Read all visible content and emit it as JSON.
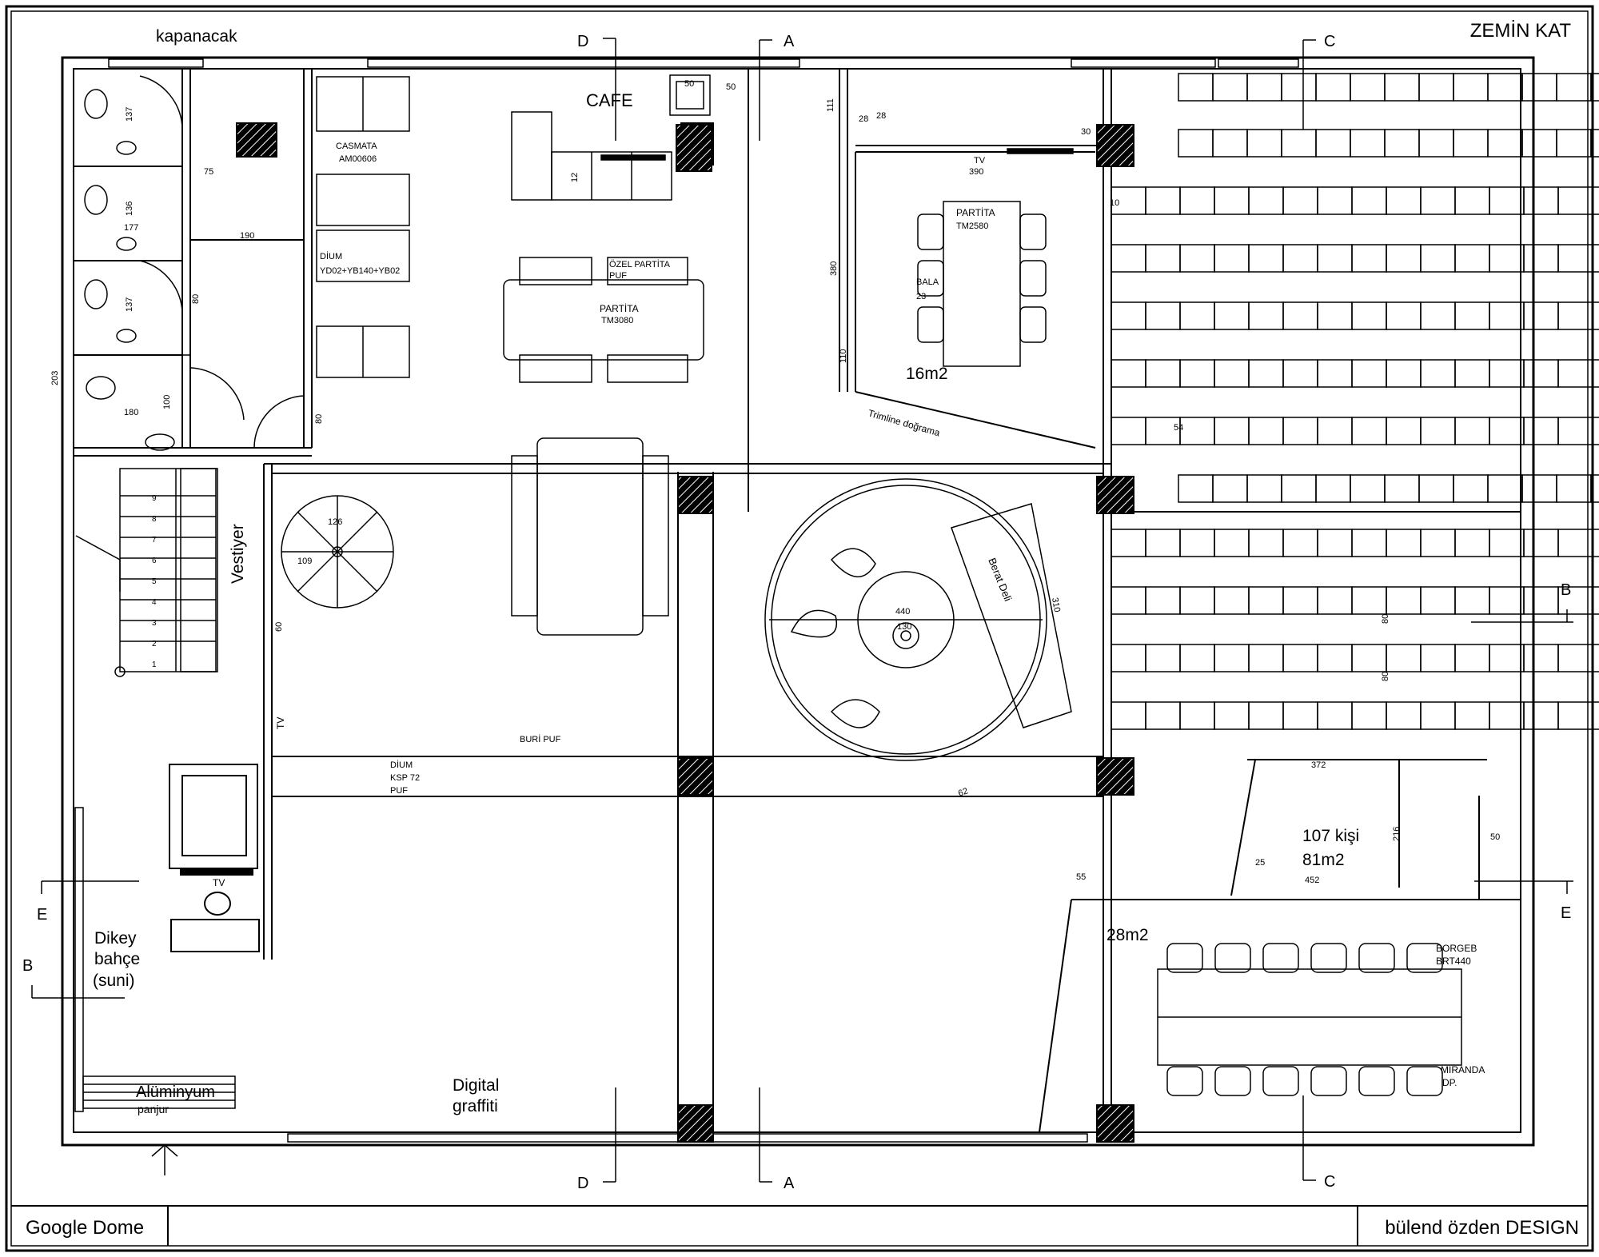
{
  "sheet": {
    "title": "ZEMİN KAT",
    "footer_left": "Google Dome",
    "footer_right": "bülend özden DESIGN"
  },
  "rooms": {
    "cafe": "CAFE",
    "vestiyer": "Vestiyer",
    "area_16": "16m2",
    "capacity": "107 kişi",
    "area_81": "81m2",
    "area_28": "28m2",
    "dikey_1": "Dikey",
    "dikey_2": "bahçe",
    "dikey_3": "(suni)",
    "digital_1": "Digital",
    "digital_2": "graffiti",
    "aluminyum_1": "Alüminyum",
    "aluminyum_2": "panjur",
    "kapanacak": "kapanacak",
    "trimline": "Trimline doğrama"
  },
  "furniture": {
    "cashmata_1": "CASMATA",
    "cashmata_2": "AM00606",
    "dium1_1": "DİUM",
    "dium1_2": "YD02+YB140+YB02",
    "ozel_1": "ÖZEL PARTİTA",
    "ozel_2": "PUF",
    "partita1_1": "PARTİTA",
    "partita1_2": "TM3080",
    "partita2_1": "PARTİTA",
    "partita2_2": "TM2580",
    "bala_1": "BALA",
    "bala_2": "23",
    "tv1_1": "TV",
    "tv1_2": "390",
    "tv_side": "TV",
    "tv_reception": "TV",
    "dium2_1": "DİUM",
    "dium2_2": "KSP 72",
    "dium2_3": "PUF",
    "buri": "BURİ PUF",
    "berat": "Berat Deli",
    "borgeb_1": "BORGEB",
    "borgeb_2": "BRT440",
    "miranda_1": "MİRANDA",
    "miranda_2": "DP."
  },
  "dimensions": {
    "d137a": "137",
    "d136": "136",
    "d137b": "137",
    "d75": "75",
    "d177": "177",
    "d190": "190",
    "d80a": "80",
    "d203": "203",
    "d180": "180",
    "d100": "100",
    "d80b": "80",
    "d50a": "50",
    "d50b": "50",
    "d12": "12",
    "d111": "111",
    "d28a": "28",
    "d28b": "28",
    "d30": "30",
    "d10": "10",
    "d380": "380",
    "d110": "110",
    "d54": "54",
    "d126": "126",
    "d109": "109",
    "d60": "60",
    "d440": "440",
    "d130": "130",
    "d310": "310",
    "d62": "62",
    "d80c": "80",
    "d80d": "80",
    "d372": "372",
    "d216": "216",
    "d50c": "50",
    "d452": "452",
    "d55": "55",
    "d25": "25"
  },
  "sections": {
    "a_top": "A",
    "a_bot": "A",
    "b_right": "B",
    "b_left": "B",
    "c_top": "C",
    "c_bot": "C",
    "d_top": "D",
    "d_bot": "D",
    "e_left": "E",
    "e_right": "E"
  },
  "stairs": {
    "steps": [
      "9",
      "8",
      "7",
      "6",
      "5",
      "4",
      "3",
      "2",
      "1"
    ]
  }
}
